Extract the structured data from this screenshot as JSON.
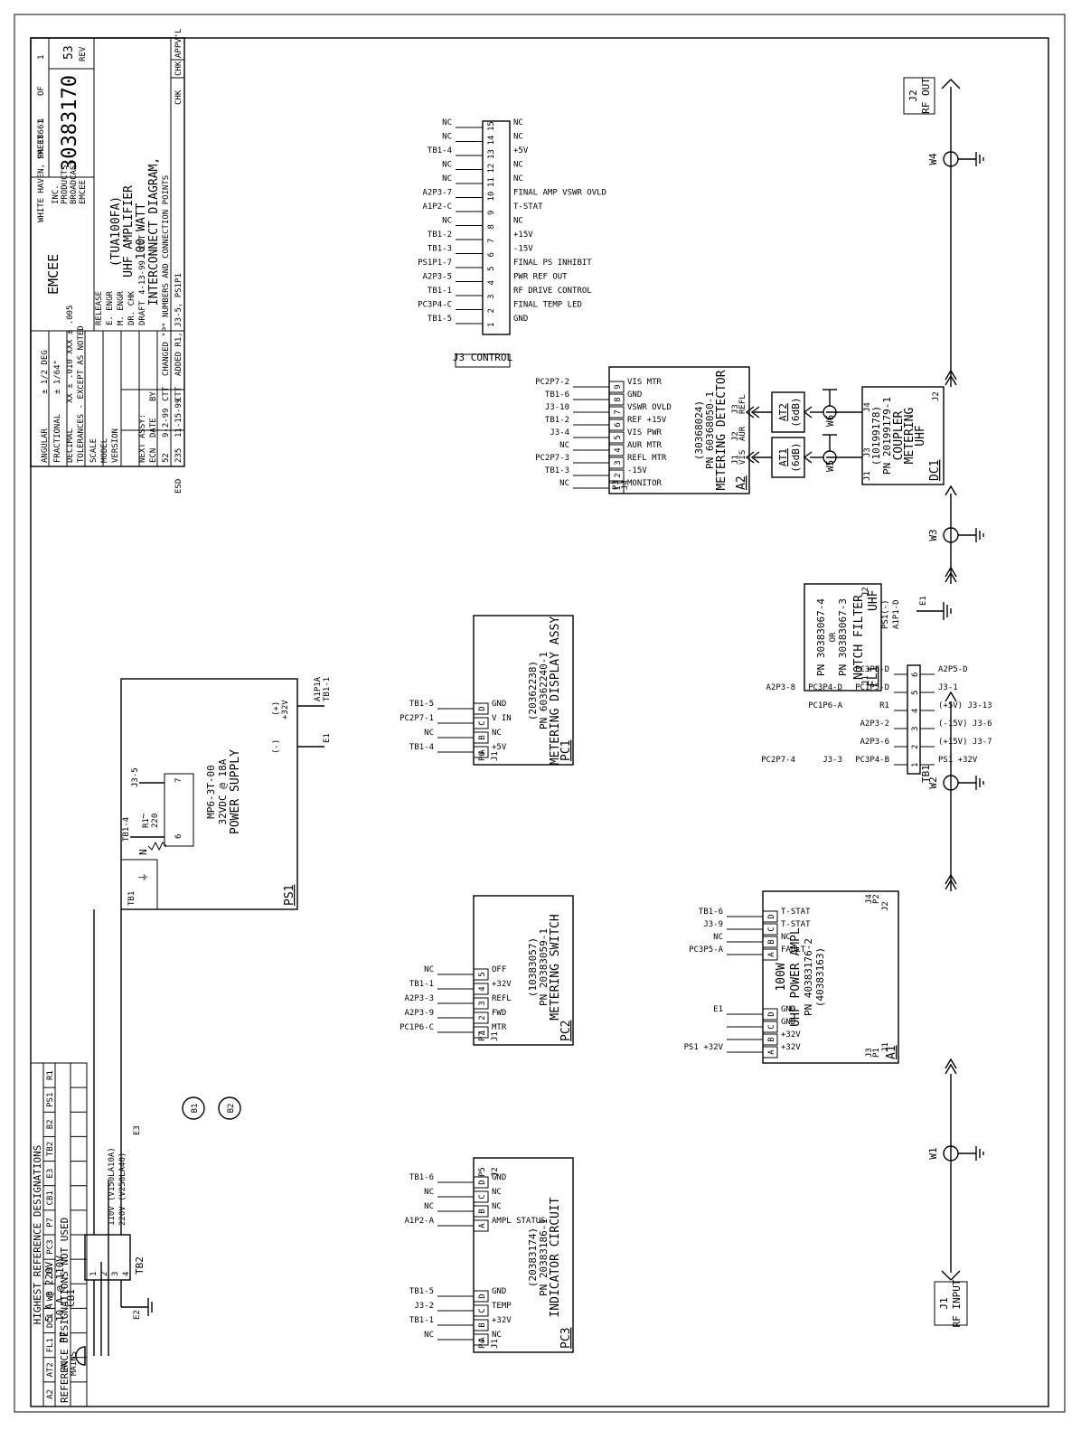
{
  "highest_ref": {
    "title": "HIGHEST REFERENCE DESIGNATIONS",
    "cells": [
      "A2",
      "AT2",
      "FL1",
      "DC1",
      "W6",
      "J3",
      "PC3",
      "P7",
      "CB1",
      "E3",
      "TB2",
      "B2",
      "PS1",
      "R1"
    ],
    "not_used_title": "REFERENCE DESIGNATIONS NOT USED"
  },
  "j1": {
    "ref": "J1",
    "label": "RF INPUT"
  },
  "j2": {
    "ref": "J2",
    "label": "RF OUT"
  },
  "coax": {
    "w1": "W1",
    "w2": "W2",
    "w3": "W3",
    "w4": "W4",
    "w5": "W5",
    "w6": "W6"
  },
  "a1": {
    "ref": "A1",
    "l1": "100W",
    "l2": "UHF POWER AMPL",
    "l3": "PN 40383176-2",
    "l4": "(40383163)",
    "j1": "J1",
    "j2": "J2",
    "j3": "J3",
    "j4": "J4",
    "p1": "P1",
    "p2": "P2",
    "pins_p1": [
      {
        "pin": "A",
        "sig": "+32V",
        "to": "PS1 +32V"
      },
      {
        "pin": "B",
        "sig": "+32V",
        "to": ""
      },
      {
        "pin": "C",
        "sig": "GND",
        "to": ""
      },
      {
        "pin": "D",
        "sig": "GND",
        "to": "E1"
      }
    ],
    "pins_p2": [
      {
        "pin": "A",
        "sig": "FAULT",
        "to": "PC3P5-A"
      },
      {
        "pin": "B",
        "sig": "NC",
        "to": "NC"
      },
      {
        "pin": "C",
        "sig": "T-STAT",
        "to": "J3-9"
      },
      {
        "pin": "D",
        "sig": "T-STAT",
        "to": "TB1-6"
      }
    ]
  },
  "fl1": {
    "ref": "FL1",
    "l1": "UHF",
    "l2": "NOTCH FILTER",
    "l3": "PN 30383067-3",
    "l4": "OR",
    "l5": "PN 30383067-4",
    "j1": "J1",
    "j2": "J2"
  },
  "dc1": {
    "ref": "DC1",
    "l1": "UHF",
    "l2": "METERING",
    "l3": "COUPLER",
    "l4": "PN 20199179-1",
    "l5": "(10199178)",
    "j1": "J1",
    "j2": "J2",
    "j3": "J3",
    "j4": "J4"
  },
  "at1": {
    "ref": "AT1",
    "val": "(6dB)"
  },
  "at2": {
    "ref": "AT2",
    "val": "(6dB)"
  },
  "a2": {
    "ref": "A2",
    "l1": "METERING DETECTOR",
    "l2": "PN 60368050-1",
    "l3": "(30368024)",
    "j1": "J1",
    "j1b": "VIS",
    "j2": "J2",
    "j2b": "AUR",
    "j3": "J3",
    "j3b": "REFL",
    "j4": "J4",
    "p3": "P3",
    "pins": [
      {
        "pin": "1",
        "sig": "MONITOR",
        "to": "NC"
      },
      {
        "pin": "2",
        "sig": "-15V",
        "to": "TB1-3"
      },
      {
        "pin": "3",
        "sig": "REFL MTR",
        "to": "PC2P7-3"
      },
      {
        "pin": "4",
        "sig": "AUR MTR",
        "to": "NC"
      },
      {
        "pin": "5",
        "sig": "VIS PWR",
        "to": "J3-4"
      },
      {
        "pin": "6",
        "sig": "REF +15V",
        "to": "TB1-2"
      },
      {
        "pin": "7",
        "sig": "VSWR OVLD",
        "to": "J3-10"
      },
      {
        "pin": "8",
        "sig": "GND",
        "to": "TB1-6"
      },
      {
        "pin": "9",
        "sig": "VIS MTR",
        "to": "PC2P7-2"
      }
    ]
  },
  "j3": {
    "title": "J3 CONTROL",
    "pins": [
      {
        "pin": "1",
        "from": "TB1-5",
        "sig": "GND"
      },
      {
        "pin": "2",
        "from": "PC3P4-C",
        "sig": "FINAL TEMP LED"
      },
      {
        "pin": "3",
        "from": "TB1-1",
        "sig": "RF DRIVE CONTROL"
      },
      {
        "pin": "4",
        "from": "A2P3-5",
        "sig": "PWR REF OUT"
      },
      {
        "pin": "5",
        "from": "PS1P1-7",
        "sig": "FINAL PS INHIBIT"
      },
      {
        "pin": "6",
        "from": "TB1-3",
        "sig": "-15V"
      },
      {
        "pin": "7",
        "from": "TB1-2",
        "sig": "+15V"
      },
      {
        "pin": "8",
        "from": "NC",
        "sig": "NC"
      },
      {
        "pin": "9",
        "from": "A1P2-C",
        "sig": "T-STAT"
      },
      {
        "pin": "10",
        "from": "A2P3-7",
        "sig": "FINAL AMP VSWR OVLD"
      },
      {
        "pin": "11",
        "from": "NC",
        "sig": "NC"
      },
      {
        "pin": "12",
        "from": "NC",
        "sig": "NC"
      },
      {
        "pin": "13",
        "from": "TB1-4",
        "sig": "+5V"
      },
      {
        "pin": "14",
        "from": "NC",
        "sig": "NC"
      },
      {
        "pin": "15",
        "from": "NC",
        "sig": "NC"
      }
    ]
  },
  "pc1": {
    "ref": "PC1",
    "l1": "METERING DISPLAY ASSY",
    "l2": "PN 60362240-1",
    "l3": "(20362238)",
    "j1": "J1",
    "p6": "P6",
    "pins": [
      {
        "pin": "A",
        "sig": "+5V",
        "to": "TB1-4"
      },
      {
        "pin": "B",
        "sig": "NC",
        "to": "NC"
      },
      {
        "pin": "C",
        "sig": "V IN",
        "to": "PC2P7-1"
      },
      {
        "pin": "D",
        "sig": "GND",
        "to": "TB1-5"
      }
    ]
  },
  "pc2": {
    "ref": "PC2",
    "l1": "METERING SWITCH",
    "l2": "PN 20383059-1",
    "l3": "(10383057)",
    "j1": "J1",
    "p7": "P7",
    "pins": [
      {
        "pin": "1",
        "sig": "MTR",
        "to": "PC1P6-C"
      },
      {
        "pin": "2",
        "sig": "FWD",
        "to": "A2P3-9"
      },
      {
        "pin": "3",
        "sig": "REFL",
        "to": "A2P3-3"
      },
      {
        "pin": "4",
        "sig": "+32V",
        "to": "TB1-1"
      },
      {
        "pin": "5",
        "sig": "OFF",
        "to": "NC"
      }
    ]
  },
  "pc3": {
    "ref": "PC3",
    "l1": "INDICATOR CIRCUIT",
    "l2": "PN 20383186-1",
    "l3": "(20383174)",
    "j1": "J1",
    "j2": "J2",
    "p4": "P4",
    "p5": "P5",
    "pins_p4": [
      {
        "pin": "A",
        "sig": "NC",
        "to": "NC"
      },
      {
        "pin": "B",
        "sig": "+32V",
        "to": "TB1-1"
      },
      {
        "pin": "C",
        "sig": "TEMP",
        "to": "J3-2"
      },
      {
        "pin": "D",
        "sig": "GND",
        "to": "TB1-5"
      }
    ],
    "pins_p5": [
      {
        "pin": "A",
        "sig": "AMPL STATUS",
        "to": "A1P2-A"
      },
      {
        "pin": "B",
        "sig": "NC",
        "to": "NC"
      },
      {
        "pin": "C",
        "sig": "NC",
        "to": "NC"
      },
      {
        "pin": "D",
        "sig": "GND",
        "to": "TB1-6"
      }
    ]
  },
  "ps1": {
    "ref": "PS1",
    "l1": "POWER SUPPLY",
    "l2": "32VDC @ 18A",
    "l3": "MP6-3T-00",
    "tb1": "TB1",
    "pos": "+32V",
    "pos2": "(+)",
    "neg": "(-)",
    "e1": "E1",
    "tb1a": "TB1-1",
    "tb1b": "A1P1A",
    "r1": "R1",
    "r1v": "220",
    "j35": "J3-5",
    "tb14": "TB1-4",
    "p6": "6",
    "p7": "7",
    "sym_ac": "~",
    "sym_n": "N",
    "sym_gnd": "⏚"
  },
  "tb1": {
    "ref": "TB1",
    "terminals": [
      {
        "num": "1",
        "left": [
          "PC3P4-B",
          "J3-3",
          "PC2P7-4"
        ],
        "right": "PS1 +32V"
      },
      {
        "num": "2",
        "left": [
          "A2P3-6"
        ],
        "right": "(+15V) J3-7"
      },
      {
        "num": "3",
        "left": [
          "A2P3-2"
        ],
        "right": "(-15V) J3-6"
      },
      {
        "num": "4",
        "left": [
          "R1",
          "PC1P6-A"
        ],
        "right": "(+5V) J3-13"
      },
      {
        "num": "5",
        "left": [
          "PC1P5-D",
          "PC3P4-D",
          "A2P3-8"
        ],
        "right": "J3-1"
      },
      {
        "num": "6",
        "left": [
          "PC3P5-D"
        ],
        "right": "A2P5-D"
      }
    ],
    "e1": "E1",
    "e1a": "A1P1-D",
    "e1b": "PS1(-)"
  },
  "mains": {
    "ac": "AC",
    "mains": "MAINS",
    "p7": "P7",
    "cb1": "CB1",
    "cb1a": "10 A @ 110V",
    "cb1b": "5 A @ 220V",
    "tb2": "TB2",
    "e2": "E2",
    "e3": "E3",
    "b1": "B1",
    "b2": "B2",
    "v110": "110V (V150LA10A)",
    "v220": "220V (V250LA40)",
    "t1": "1",
    "t2": "2",
    "t3": "3",
    "t4": "4"
  },
  "titleblock": {
    "rev_rows": [
      {
        "ecn": "235",
        "date": "11-15-99",
        "by": "CTT",
        "desc": "ADDED R1, J3-5, PS1P1"
      },
      {
        "ecn": "52",
        "date": "9-2-99",
        "by": "CTT",
        "desc": "CHANGED \"P\" NUMBERS AND CONNECTION POINTS"
      }
    ],
    "hdr_ecn": "ECN",
    "hdr_date": "DATE",
    "hdr_by": "BY",
    "hdr_chk": "CHK",
    "hdr_chk2": "CHK",
    "hdr_appvl": "APPV'L",
    "next_assy": "NEXT ASSY:",
    "version": "VERSION",
    "model": "MODEL",
    "scale": "SCALE",
    "tol1": "TOLERANCES - EXCEPT AS NOTED",
    "tol2": "DECIMAL",
    "tol2v": "XX ± .010  XXX ± .005",
    "tol3": "FRACTIONAL",
    "tol3v": "± 1/64\"",
    "tol4": "ANGULAR",
    "tol4v": "± 1/2 DEG",
    "draft": "DRAFT",
    "draft_date": "4-13-99",
    "draft_by": "CTT",
    "drchk": "DR. CHK",
    "mengr": "M. ENGR",
    "eengr": "E. ENGR",
    "release": "RELEASE",
    "title1": "INTERCONNECT DIAGRAM,",
    "title2": "100 WATT",
    "title3": "UHF AMPLIFIER",
    "title4": "(TUA100FA)",
    "logo": "EMCEE",
    "co1": "EMCEE",
    "co2": "BROADCAST",
    "co3": "PRODUCTS",
    "co4": "INC.",
    "co5": "WHITE HAVEN, PA 18661",
    "dwg": "30383170",
    "rev_lbl": "REV",
    "rev": "53",
    "sheet_lbl": "SHEET",
    "sheet": "1",
    "of_lbl": "OF",
    "of": "1",
    "warn": "ESD"
  }
}
